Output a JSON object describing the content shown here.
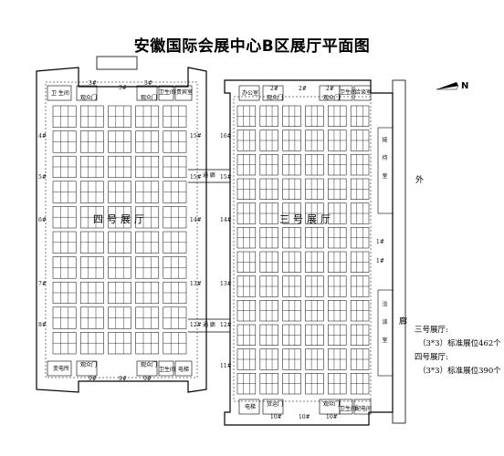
{
  "title": "安徽国际会展中心B区展厅平面图",
  "north_label": "N",
  "halls": {
    "hall4": "四号展厅",
    "hall3": "三号展厅"
  },
  "outside_corridor": {
    "top": "外",
    "bottom": "廊"
  },
  "corridors": {
    "upper": "通 廊",
    "lower": "通 廊"
  },
  "legend": {
    "hall3_title": "三号展厅:",
    "hall3_desc": "（3*3）标准展位462个",
    "hall4_title": "四号展厅:",
    "hall4_desc": "（3*3）标准展位390个"
  },
  "rooms": {
    "h4_top_left": "卫 生间",
    "h4_top_door_left": "观众门",
    "h4_top_door_right": "观众门",
    "h4_top_r1": "卫生间",
    "h4_top_r2": "贵宾室",
    "h4_bot_left": "变电所",
    "h4_bot_door_left": "观众门",
    "h4_bot_door_right": "观众门",
    "h4_bot_r1": "卫生间",
    "h4_bot_r2": "电梯",
    "h3_top_left": "办公室",
    "h3_top_door_left": "观众门",
    "h3_top_door_right": "观众门",
    "h3_top_r1": "卫生间",
    "h3_top_r2": "洽谈室",
    "h3_bot_left": "电梯",
    "h3_bot_door_left": "货运门",
    "h3_bot_door_right": "观众门",
    "h3_bot_r1": "卫生间",
    "h3_bot_r2": "配电间",
    "h3_side_upper": "接 待 室",
    "h3_side_lower": "洽 谈 室"
  },
  "gates": {
    "h4_top_left": "3#",
    "h4_top_mid": "3#",
    "h4_top_right": "3#",
    "h4_bot_left": "9#",
    "h4_bot_mid": "9#",
    "h4_bot_right": "9#",
    "h4_left_1": "4#",
    "h4_left_2": "5#",
    "h4_left_3": "6#",
    "h4_left_4": "7#",
    "h4_left_5": "8#",
    "h4_right_1": "15#",
    "h4_right_2": "15#",
    "h4_right_3": "14#",
    "h4_right_4": "13#",
    "h4_right_5": "12#",
    "h3_top_left": "2#",
    "h3_top_mid": "2#",
    "h3_top_right": "2#",
    "h3_bot_left": "10#",
    "h3_bot_mid": "10#",
    "h3_bot_right": "10#",
    "h3_left_1": "16#",
    "h3_left_2": "15#",
    "h3_left_3": "14#",
    "h3_left_4": "13#",
    "h3_left_5": "12#",
    "h3_left_6": "11#",
    "h3_right_1": "1#",
    "h3_right_2": "1#"
  },
  "booth_grid": {
    "hall4": {
      "col_groups": 5,
      "cols_per_group": 3,
      "row_groups": 10,
      "rows_per_group": 2
    },
    "hall3": {
      "col_groups": 6,
      "cols_per_group": 3,
      "row_groups": 12,
      "rows_per_group": 2
    }
  }
}
